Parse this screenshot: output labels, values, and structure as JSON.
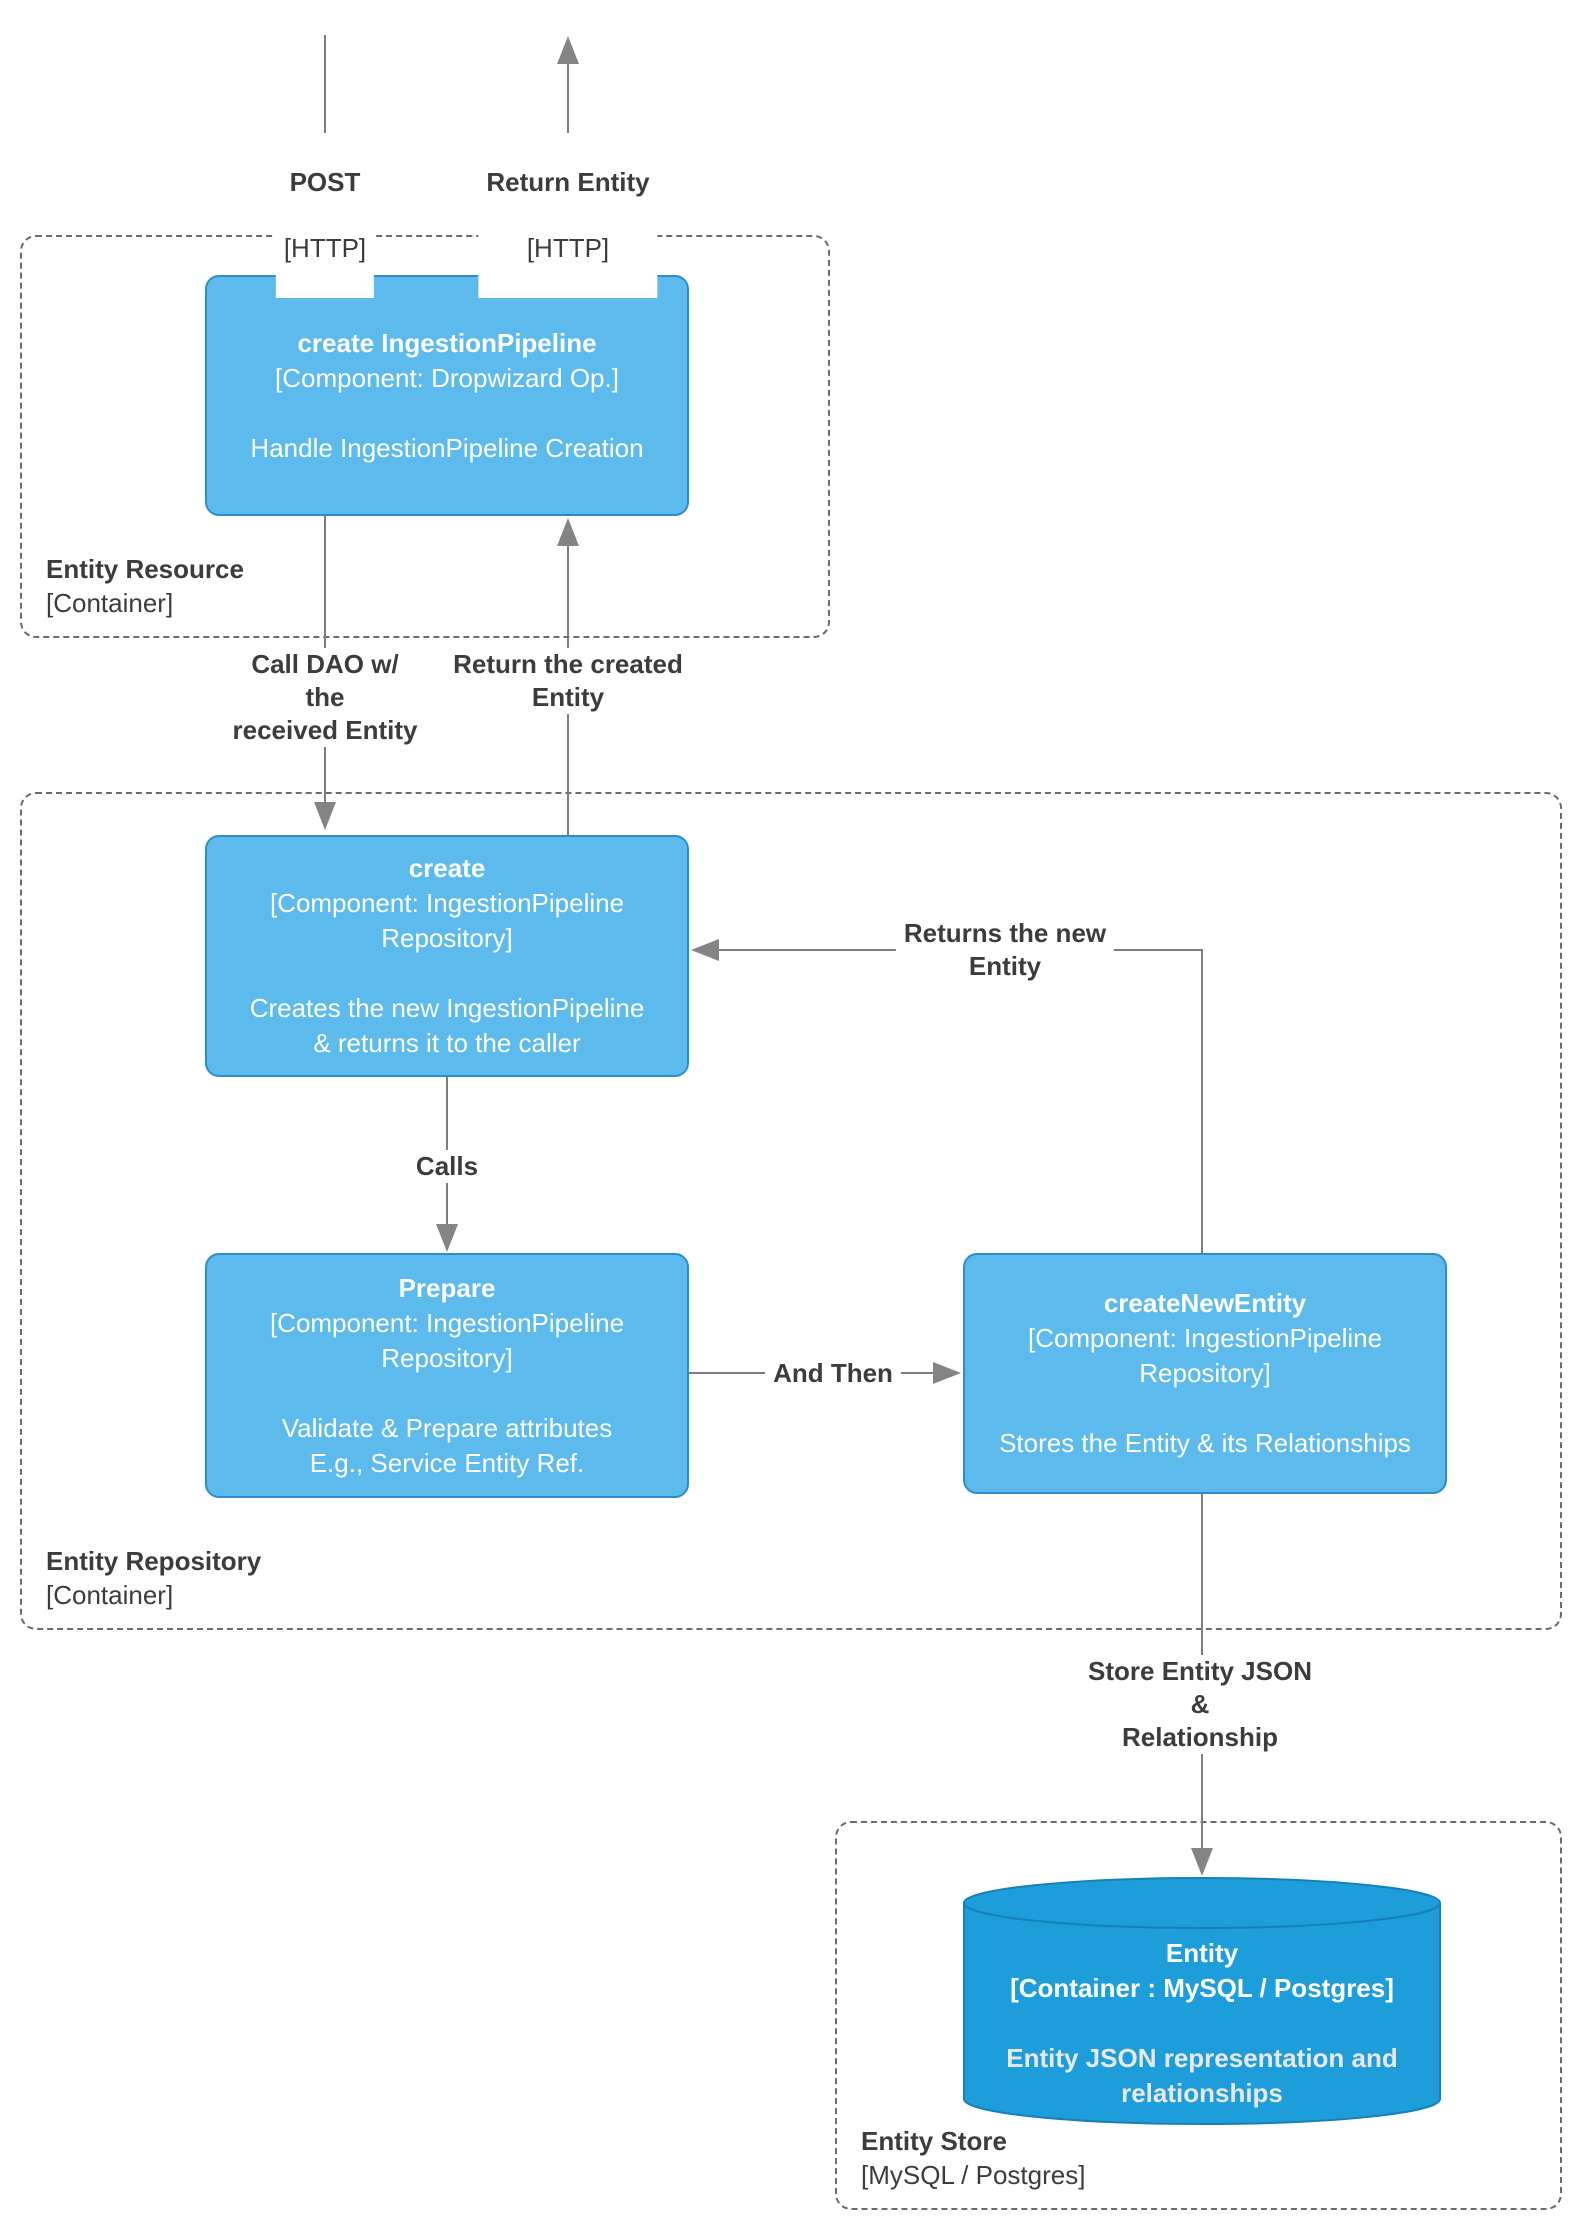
{
  "colors": {
    "box-fill": "#5cbbec",
    "box-border": "#2d8dcc",
    "db-fill": "#1e9ddb",
    "db-border": "#1581b8",
    "line": "#7d7d7d",
    "dash": "#6b6b6b",
    "label-text": "#3c3c3c",
    "box-text": "#ffffff",
    "db-desc-text": "#e8e8e8",
    "bg": "#ffffff"
  },
  "external_flows": {
    "post": {
      "name": "POST",
      "protocol": "[HTTP]"
    },
    "return_entity": {
      "name": "Return Entity",
      "protocol": "[HTTP]"
    }
  },
  "containers": {
    "entity_resource": {
      "name": "Entity Resource",
      "type": "[Container]"
    },
    "entity_repository": {
      "name": "Entity Repository",
      "type": "[Container]"
    },
    "entity_store": {
      "name": "Entity Store",
      "type": "[MySQL / Postgres]"
    }
  },
  "nodes": {
    "create_ingestion_pipeline": {
      "title": "create IngestionPipeline",
      "component": "[Component: Dropwizard Op.]",
      "description": "Handle IngestionPipeline Creation"
    },
    "create": {
      "title": "create",
      "component": "[Component: IngestionPipeline\nRepository]",
      "description": "Creates the new IngestionPipeline\n& returns it to the caller"
    },
    "prepare": {
      "title": "Prepare",
      "component": "[Component: IngestionPipeline\nRepository]",
      "description": "Validate & Prepare attributes\nE.g., Service Entity Ref."
    },
    "create_new_entity": {
      "title": "createNewEntity",
      "component": "[Component: IngestionPipeline\nRepository]",
      "description": "Stores the Entity & its Relationships"
    },
    "entity_db": {
      "title": "Entity",
      "component": "[Container : MySQL / Postgres]",
      "description": "Entity JSON representation and\nrelationships"
    }
  },
  "edge_labels": {
    "call_dao": "Call DAO w/\nthe\nreceived Entity",
    "return_created": "Return the created\nEntity",
    "calls": "Calls",
    "and_then": "And Then",
    "returns_new": "Returns the new\nEntity",
    "store_json": "Store Entity JSON\n&\nRelationship"
  }
}
